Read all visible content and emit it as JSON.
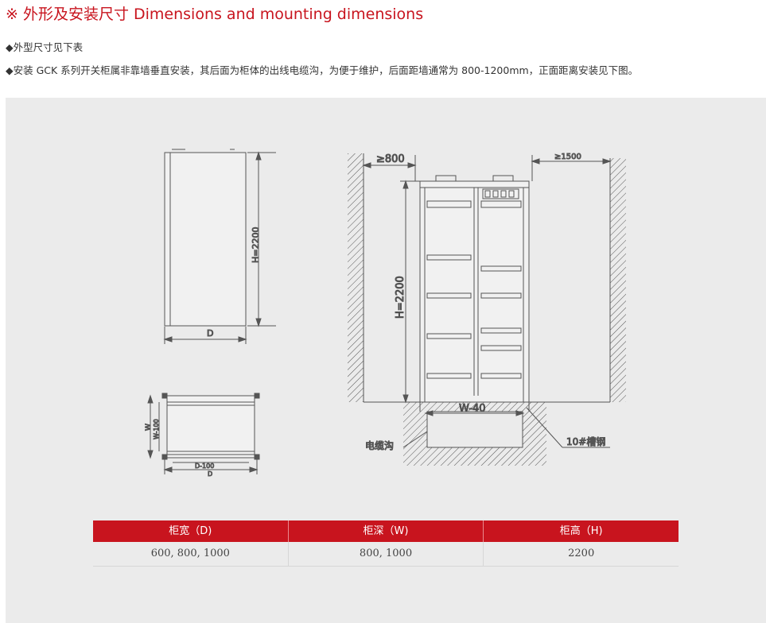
{
  "header": {
    "title": "※ 外形及安装尺寸 Dimensions and mounting dimensions"
  },
  "notes": [
    "◆外型尺寸见下表",
    "◆安装 GCK 系列开关柜属非靠墙垂直安装，其后面为柜体的出线电缆沟，为便于维护，后面距墙通常为 800-1200mm，正面距离安装见下图。"
  ],
  "drawings": {
    "front_view": {
      "height_label": "H=2200",
      "depth_label": "D"
    },
    "plan_view": {
      "w_label": "W",
      "w_inner_label": "W-100",
      "d_inner_label": "D-100",
      "d_label": "D"
    },
    "install_view": {
      "rear_clearance": "≥800",
      "front_clearance": "≥1500",
      "height_label": "H=2200",
      "width_label": "W-40",
      "channel_label": "10#槽钢",
      "trench_label": "电缆沟"
    }
  },
  "table": {
    "headers": [
      "柜宽（D)",
      "柜深（W)",
      "柜高（H)"
    ],
    "rows": [
      [
        "600, 800, 1000",
        "800, 1000",
        "2200"
      ]
    ]
  },
  "colors": {
    "accent": "#c8141e",
    "panel": "#ebebeb",
    "line": "#555555"
  }
}
